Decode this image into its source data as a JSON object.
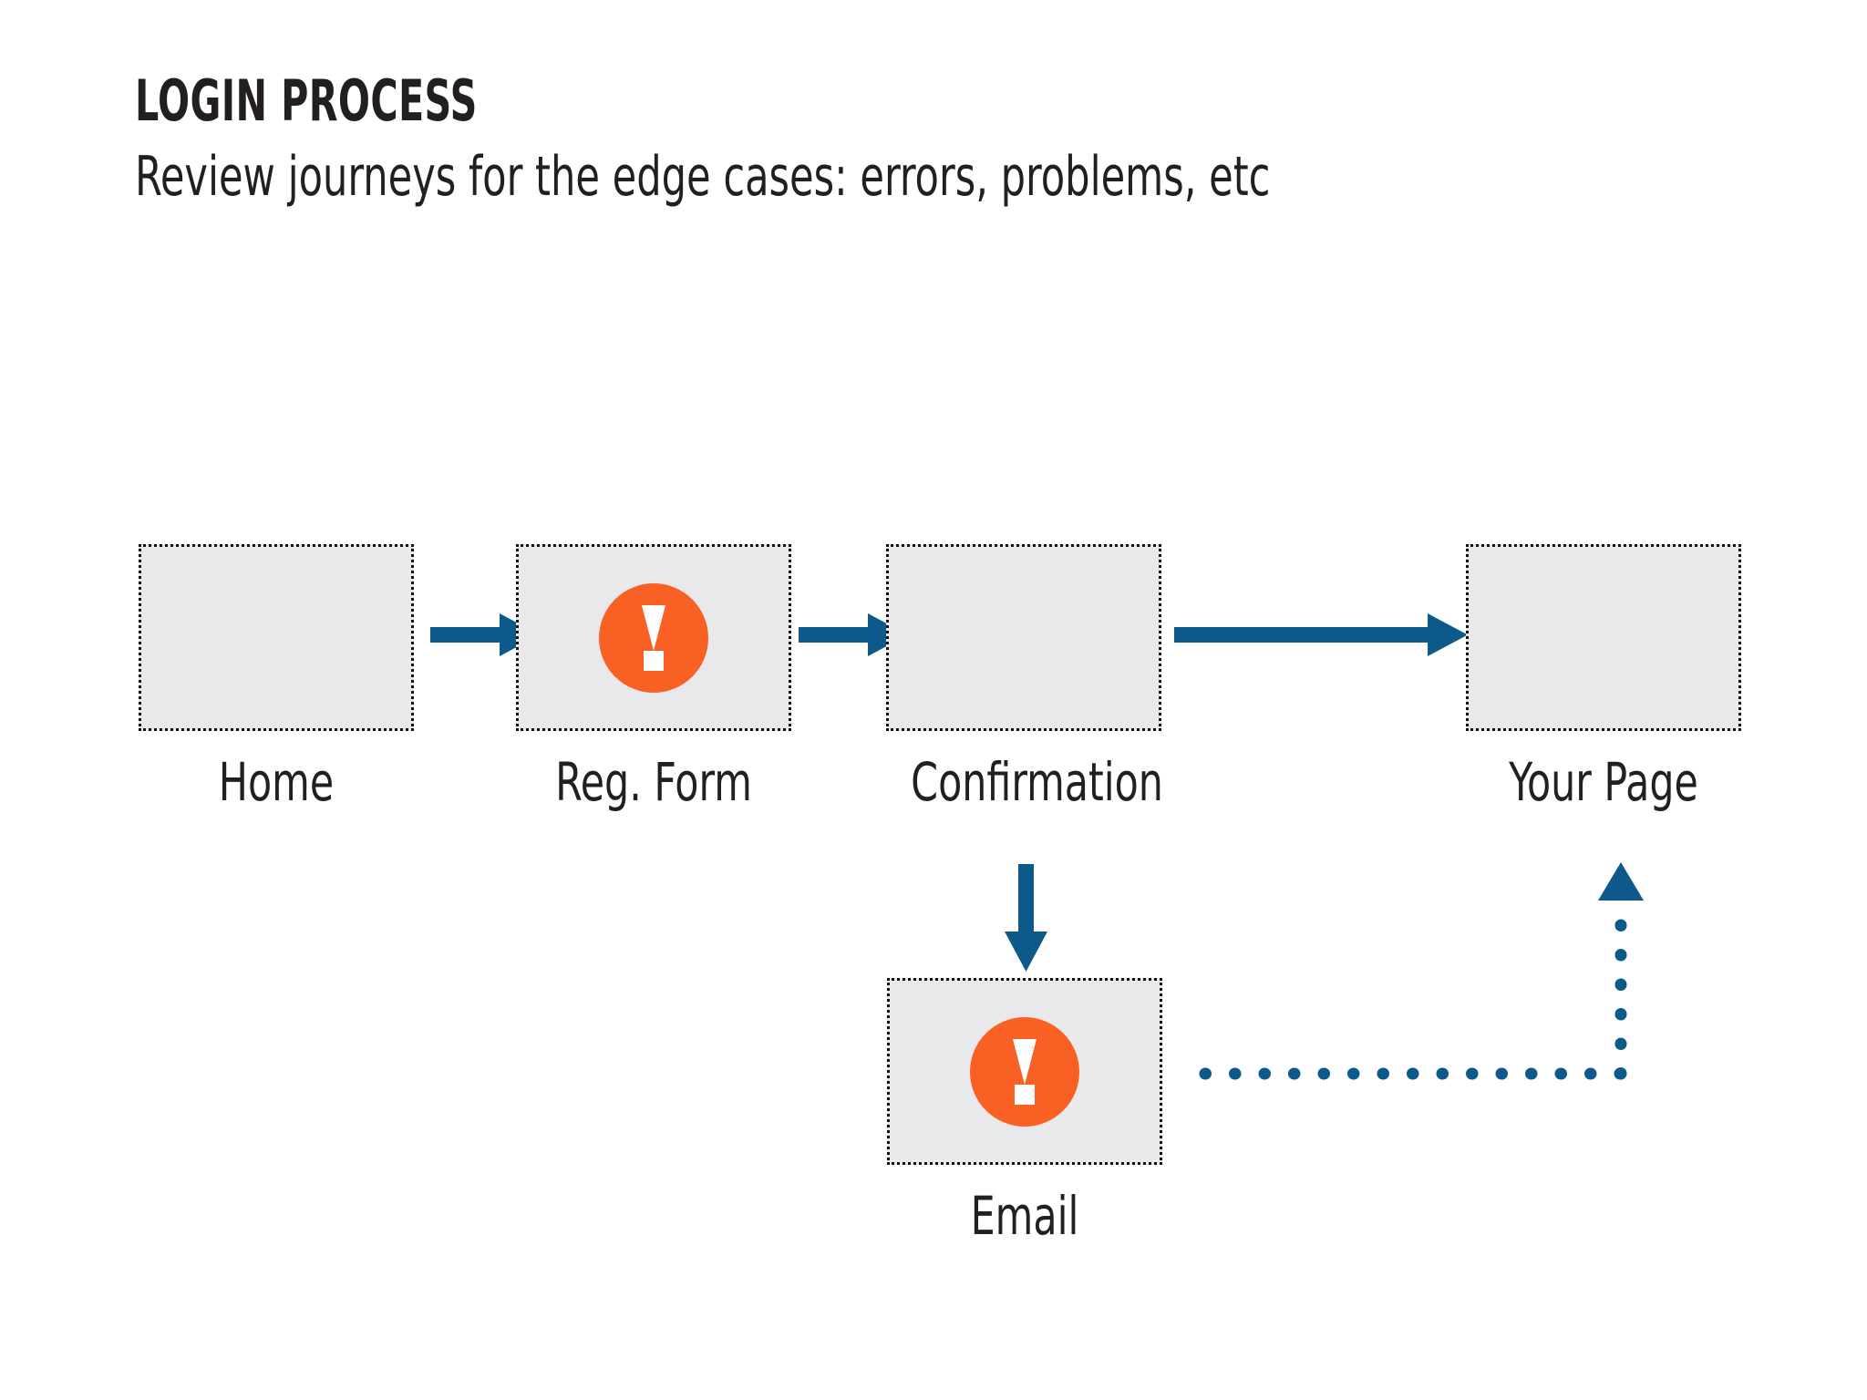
{
  "header": {
    "title": "LOGIN PROCESS",
    "subtitle": "Review journeys for the edge cases: errors, problems, etc"
  },
  "colors": {
    "accent_blue": "#0D5A8A",
    "alert_orange": "#F96124",
    "box_fill": "#E9E9EB",
    "box_border": "#111111",
    "text": "#231F20",
    "background": "#FFFFFF"
  },
  "diagram": {
    "type": "flowchart",
    "nodes": [
      {
        "id": "home",
        "label": "Home",
        "alert": false
      },
      {
        "id": "reg-form",
        "label": "Reg. Form",
        "alert": true
      },
      {
        "id": "confirmation",
        "label": "Confirmation",
        "alert": false
      },
      {
        "id": "your-page",
        "label": "Your Page",
        "alert": false
      },
      {
        "id": "email",
        "label": "Email",
        "alert": true
      }
    ],
    "connectors": [
      {
        "from": "home",
        "to": "reg-form",
        "style": "solid",
        "direction": "right"
      },
      {
        "from": "reg-form",
        "to": "confirmation",
        "style": "solid",
        "direction": "right"
      },
      {
        "from": "confirmation",
        "to": "your-page",
        "style": "solid",
        "direction": "right"
      },
      {
        "from": "confirmation",
        "to": "email",
        "style": "solid",
        "direction": "down"
      },
      {
        "from": "email",
        "to": "your-page",
        "style": "dotted",
        "direction": "right-then-up"
      }
    ],
    "alert_icon_name": "exclamation-alert-icon"
  }
}
